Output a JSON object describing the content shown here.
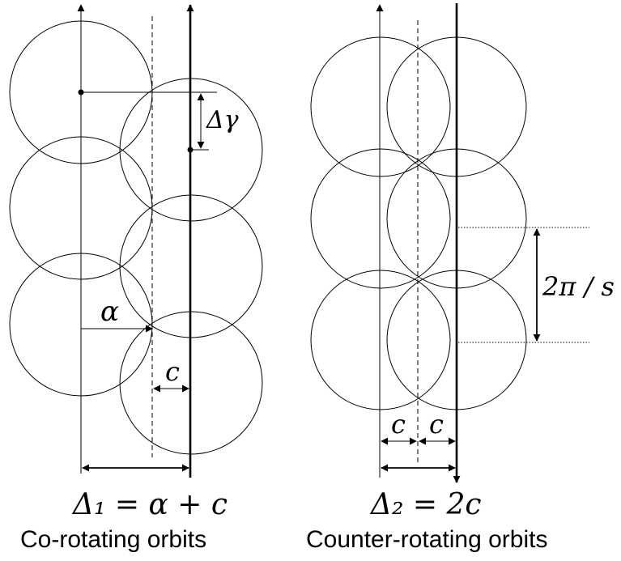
{
  "left_panel": {
    "label_delta_gamma": "Δγ",
    "label_alpha": "α",
    "label_c": "c",
    "formula": "Δ₁ = α + c",
    "caption": "Co-rotating orbits"
  },
  "right_panel": {
    "label_c_left": "c",
    "label_c_right": "c",
    "label_period": "2π / s",
    "formula": "Δ₂ = 2c",
    "caption": "Counter-rotating orbits"
  }
}
